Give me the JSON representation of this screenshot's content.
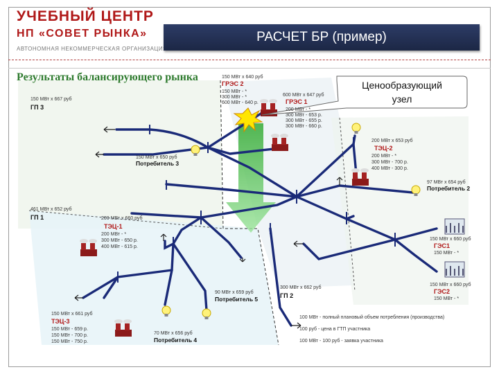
{
  "header": {
    "logo_line1": "УЧЕБНЫЙ ЦЕНТР",
    "logo_line2": "НП «СОВЕТ РЫНКА»",
    "logo_line3": "АВТОНОМНАЯ НЕКОММЕРЧЕСКАЯ ОРГАНИЗАЦИЯ",
    "banner_title": "РАСЧЕТ БР (пример)"
  },
  "diagram": {
    "title": "Результаты балансирующего рынка",
    "callout": "Ценообразующий узел",
    "gp3": {
      "bid": "150 МВт х 667 руб",
      "name": "ГП 3"
    },
    "gres2": {
      "bid": "150 МВт х 640 руб",
      "name": "ГРЭС 2",
      "lines": [
        "150 МВт - *",
        "300 МВт - *",
        "600 МВт - 640 р."
      ]
    },
    "gres1": {
      "bid": "600 МВт х 647 руб",
      "name": "ГРЭС 1",
      "lines": [
        "200 МВт - *",
        "300 МВт - 653 р.",
        "300 МВт - 655 р.",
        "300 МВт - 660 р."
      ]
    },
    "cons3": {
      "bid": "150 МВт х 650 руб",
      "name": "Потребитель 3"
    },
    "tec2": {
      "bid": "200 МВт х 653 руб",
      "name": "ТЭЦ-2",
      "lines": [
        "200 МВт - *",
        "300 МВт - 700 р.",
        "400 МВт - 300 р."
      ]
    },
    "cons2": {
      "bid": "97 МВт х 654 руб",
      "name": "Потребитель 2"
    },
    "gp1": {
      "bid": "461 МВт х 652 руб",
      "name": "ГП 1"
    },
    "tec1": {
      "bid": "200 МВт х 660 руб",
      "name": "ТЭЦ-1",
      "lines": [
        "200 МВт - *",
        "300 МВт - 650 р.",
        "400 МВт - 615 р."
      ]
    },
    "ges1": {
      "bid": "150 МВт х 660 руб",
      "name": "ГЭС1",
      "lines": [
        "150 МВт - *"
      ]
    },
    "ges2": {
      "bid": "150 МВт х 660 руб",
      "name": "ГЭС2",
      "lines": [
        "150 МВт - *"
      ]
    },
    "cons5": {
      "bid": "90 МВт х 659 руб",
      "name": "Потребитель 5"
    },
    "gp2": {
      "bid": "300 МВт х 662 руб",
      "name": "ГП 2"
    },
    "tec3": {
      "bid": "150 МВт х 661 руб",
      "name": "ТЭЦ-3",
      "lines": [
        "150 МВт - 659 р.",
        "150 МВт - 700 р.",
        "150 МВт - 750 р."
      ]
    },
    "cons4": {
      "bid": "70 МВт х 656 руб",
      "name": "Потребитель 4"
    },
    "legend": [
      "100 МВт - полный плановый объем потребления (производства)",
      "100 руб - цена в ГТП участника",
      "100 МВт - 100 руб - заявка участника"
    ]
  },
  "colors": {
    "brand": "#b01818",
    "banner": "#1c2745",
    "lines": "#1a2a78",
    "arrow": "#39b339"
  }
}
